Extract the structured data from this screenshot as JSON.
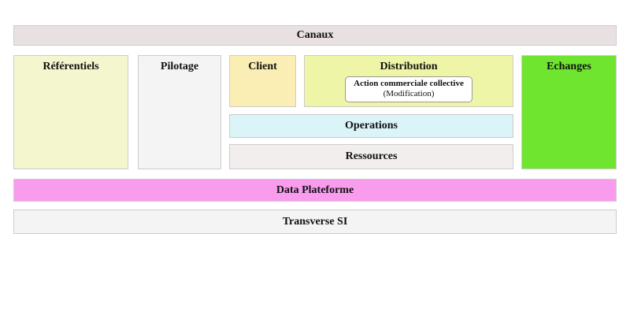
{
  "blocks": {
    "canaux": {
      "label": "Canaux"
    },
    "referentiels": {
      "label": "Référentiels"
    },
    "pilotage": {
      "label": "Pilotage"
    },
    "client": {
      "label": "Client"
    },
    "distribution": {
      "label": "Distribution",
      "action_box": {
        "line1": "Action commerciale collective",
        "line2": "(Modification)"
      }
    },
    "operations": {
      "label": "Operations"
    },
    "ressources": {
      "label": "Ressources"
    },
    "echanges": {
      "label": "Echanges"
    },
    "data_plateforme": {
      "label": "Data Plateforme"
    },
    "transverse_si": {
      "label": "Transverse SI"
    }
  },
  "colors": {
    "canaux_bg": "#e9e1e1",
    "referentiels_bg": "#f4f7ce",
    "pilotage_bg": "#f5f4f4",
    "client_bg": "#fbeeb5",
    "distribution_bg": "#eff5a7",
    "operations_bg": "#daf4f7",
    "ressources_bg": "#f2eeee",
    "echanges_bg": "#6fe52f",
    "data_plateforme_bg": "#f99cee",
    "transverse_si_bg": "#f5f4f4",
    "block_border": "#cccccc",
    "action_box_bg": "#ffffff",
    "action_box_border": "#999999",
    "text": "#111111"
  }
}
